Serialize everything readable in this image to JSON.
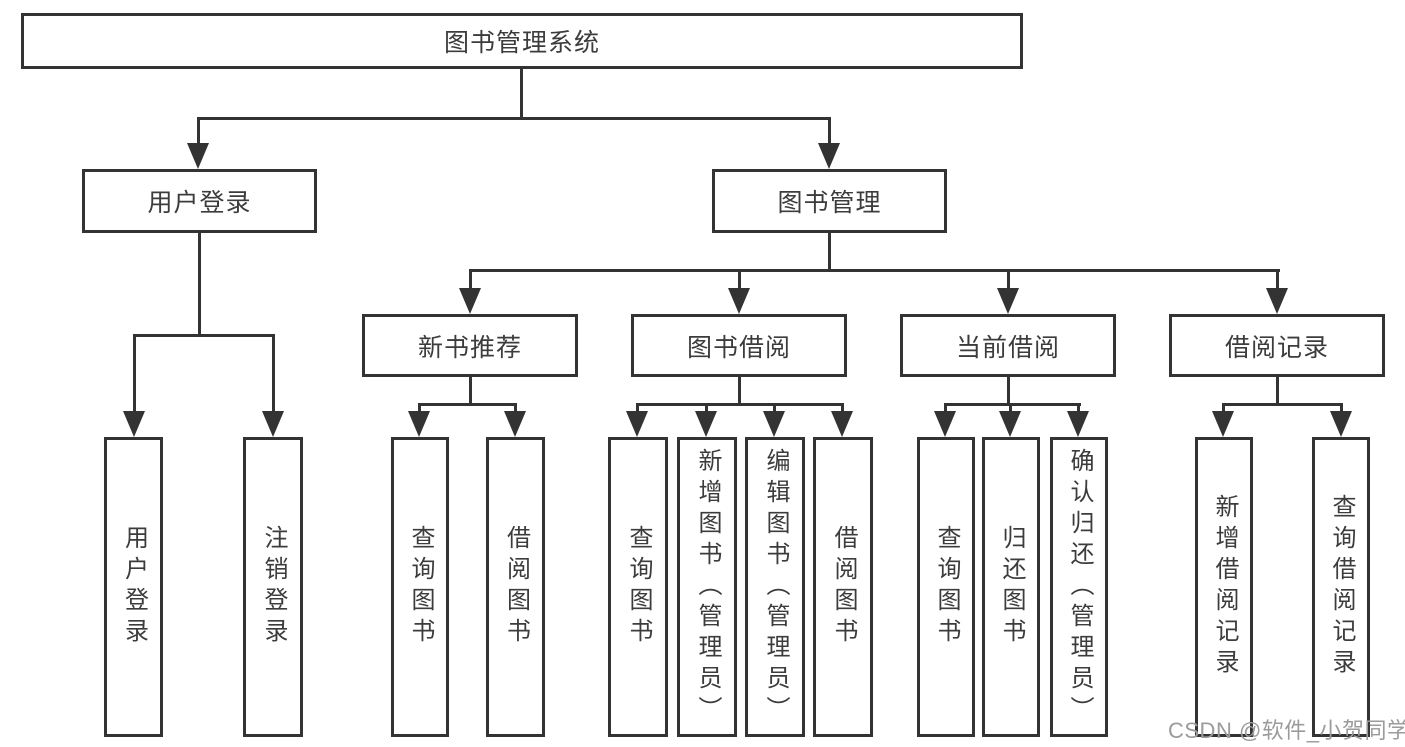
{
  "tree": {
    "root": "图书管理系统",
    "level2": [
      {
        "label": "用户登录"
      },
      {
        "label": "图书管理"
      }
    ],
    "level3": [
      {
        "label": "新书推荐",
        "parent": "图书管理"
      },
      {
        "label": "图书借阅",
        "parent": "图书管理"
      },
      {
        "label": "当前借阅",
        "parent": "图书管理"
      },
      {
        "label": "借阅记录",
        "parent": "图书管理"
      }
    ],
    "leaves": [
      {
        "label": "用户登录",
        "parent": "用户登录"
      },
      {
        "label": "注销登录",
        "parent": "用户登录"
      },
      {
        "label": "查询图书",
        "parent": "新书推荐"
      },
      {
        "label": "借阅图书",
        "parent": "新书推荐"
      },
      {
        "label": "查询图书",
        "parent": "图书借阅"
      },
      {
        "label": "新增图书（管理员）",
        "parent": "图书借阅"
      },
      {
        "label": "编辑图书（管理员）",
        "parent": "图书借阅"
      },
      {
        "label": "借阅图书",
        "parent": "图书借阅"
      },
      {
        "label": "查询图书",
        "parent": "当前借阅"
      },
      {
        "label": "归还图书",
        "parent": "当前借阅"
      },
      {
        "label": "确认归还（管理员）",
        "parent": "当前借阅"
      },
      {
        "label": "新增借阅记录",
        "parent": "借阅记录"
      },
      {
        "label": "查询借阅记录",
        "parent": "借阅记录"
      }
    ]
  },
  "watermark": "CSDN @软件_小贺同学",
  "colors": {
    "line": "#333333",
    "text": "#3c3c3c",
    "watermark": "#9b9b9b",
    "background": "#ffffff"
  }
}
